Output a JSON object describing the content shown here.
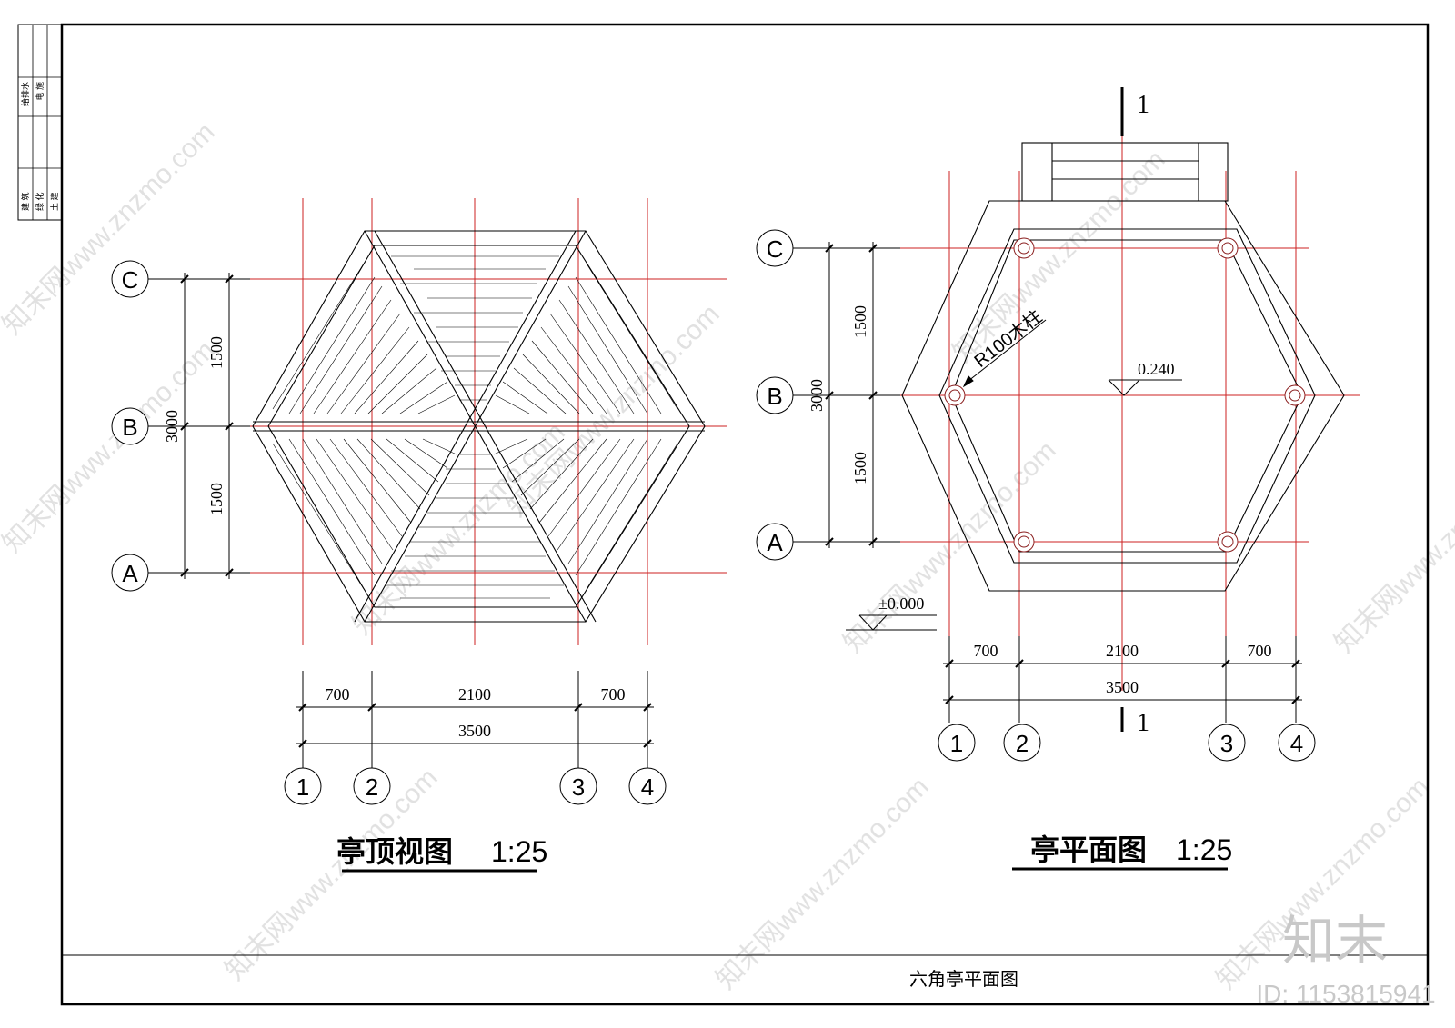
{
  "title_block": {
    "side_labels": [
      "给排水",
      "电 施",
      "建 筑",
      "绿 化",
      "土 建"
    ],
    "drawing_name": "六角亭平面图"
  },
  "roof_view": {
    "title": "亭顶视图",
    "scale": "1:25",
    "grid_rows": [
      "C",
      "B",
      "A"
    ],
    "grid_cols": [
      "1",
      "2",
      "3",
      "4"
    ],
    "dim_vertical": {
      "total": "3000",
      "upper": "1500",
      "lower": "1500"
    },
    "dim_horizontal": {
      "left": "700",
      "middle": "2100",
      "right": "700",
      "total": "3500"
    }
  },
  "plan_view": {
    "title": "亭平面图",
    "scale": "1:25",
    "grid_rows": [
      "C",
      "B",
      "A"
    ],
    "grid_cols": [
      "1",
      "2",
      "3",
      "4"
    ],
    "dim_vertical": {
      "total": "3000",
      "upper": "1500",
      "lower": "1500"
    },
    "dim_horizontal": {
      "left": "700",
      "middle": "2100",
      "right": "700",
      "total": "3500"
    },
    "section_mark": "1",
    "column_note": "R100木柱",
    "floor_level": "0.240",
    "ground_level": "±0.000"
  },
  "watermark": {
    "brand": "知末",
    "id": "ID: 1153815941",
    "site": "知末网www.znzmo.com"
  },
  "colors": {
    "line": "#000000",
    "grid": "#cc2222",
    "background": "#ffffff",
    "watermark": "#c8c8c8"
  }
}
